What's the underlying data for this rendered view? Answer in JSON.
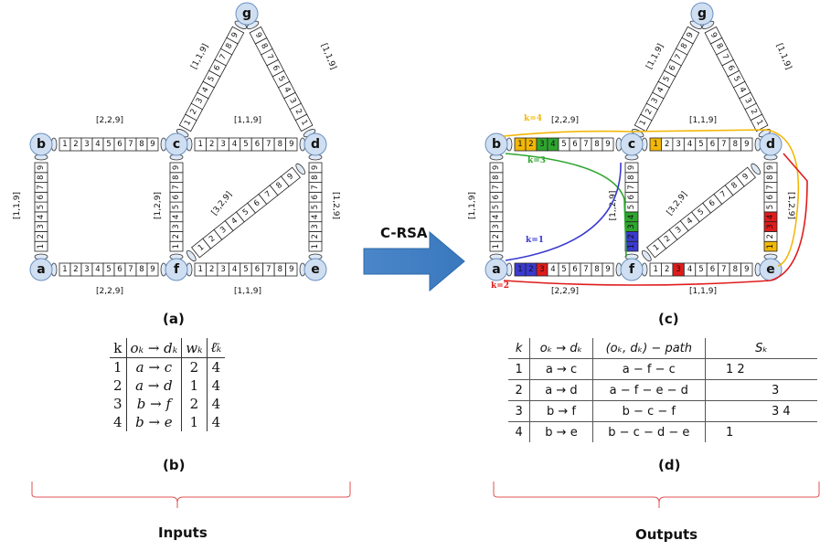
{
  "graph_a": {
    "nodes": [
      "a",
      "b",
      "c",
      "d",
      "e",
      "f",
      "g"
    ],
    "edge_labels": {
      "ab": "[1,1,9]",
      "bc": "[2,2,9]",
      "af": "[2,2,9]",
      "cf": "[1,2,9]",
      "cd": "[1,1,9]",
      "fe": "[1,1,9]",
      "de": "[1,2,9]",
      "cg": "[1,1,9]",
      "gd": "[1,1,9]",
      "fd": "[3,2,9]"
    },
    "slots": [
      "1",
      "2",
      "3",
      "4",
      "5",
      "6",
      "7",
      "8",
      "9"
    ]
  },
  "graph_c": {
    "nodes": [
      "a",
      "b",
      "c",
      "d",
      "e",
      "f",
      "g"
    ],
    "edge_labels": {
      "ab": "[1,1,9]",
      "bc": "[2,2,9]",
      "af": "[2,2,9]",
      "cf": "[1,,2,9]",
      "cd": "[1,1,9]",
      "fe": "[1,1,9]",
      "de": "[1,2,9]",
      "cg": "[1,1,9]",
      "gd": "[1,1,9]",
      "fd": "[3,2,9]"
    },
    "path_labels": [
      "k=4",
      "k=3",
      "k=1",
      "k=2"
    ],
    "colors": {
      "k1": "#3a3ad0",
      "k2": "#e01b1b",
      "k3": "#2ea52e",
      "k4": "#f2b707"
    }
  },
  "arrow_label": "C-RSA",
  "captions": {
    "a": "(a)",
    "b": "(b)",
    "c": "(c)",
    "d": "(d)"
  },
  "braces": {
    "inputs": "Inputs",
    "outputs": "Outputs"
  },
  "table_b": {
    "headers": [
      "k",
      "oₖ → dₖ",
      "wₖ",
      "ℓ̄ₖ"
    ],
    "rows": [
      [
        "1",
        "a → c",
        "2",
        "4"
      ],
      [
        "2",
        "a → d",
        "1",
        "4"
      ],
      [
        "3",
        "b → f",
        "2",
        "4"
      ],
      [
        "4",
        "b → e",
        "1",
        "4"
      ]
    ]
  },
  "table_d": {
    "headers": [
      "k",
      "oₖ → dₖ",
      "(oₖ, dₖ) − path",
      "Sₖ"
    ],
    "rows": [
      [
        "1",
        "a → c",
        "a − f − c",
        "1  2"
      ],
      [
        "2",
        "a → d",
        "a − f − e − d",
        "3"
      ],
      [
        "3",
        "b → f",
        "b − c − f",
        "3  4"
      ],
      [
        "4",
        "b → e",
        "b − c − d − e",
        "1"
      ]
    ]
  }
}
